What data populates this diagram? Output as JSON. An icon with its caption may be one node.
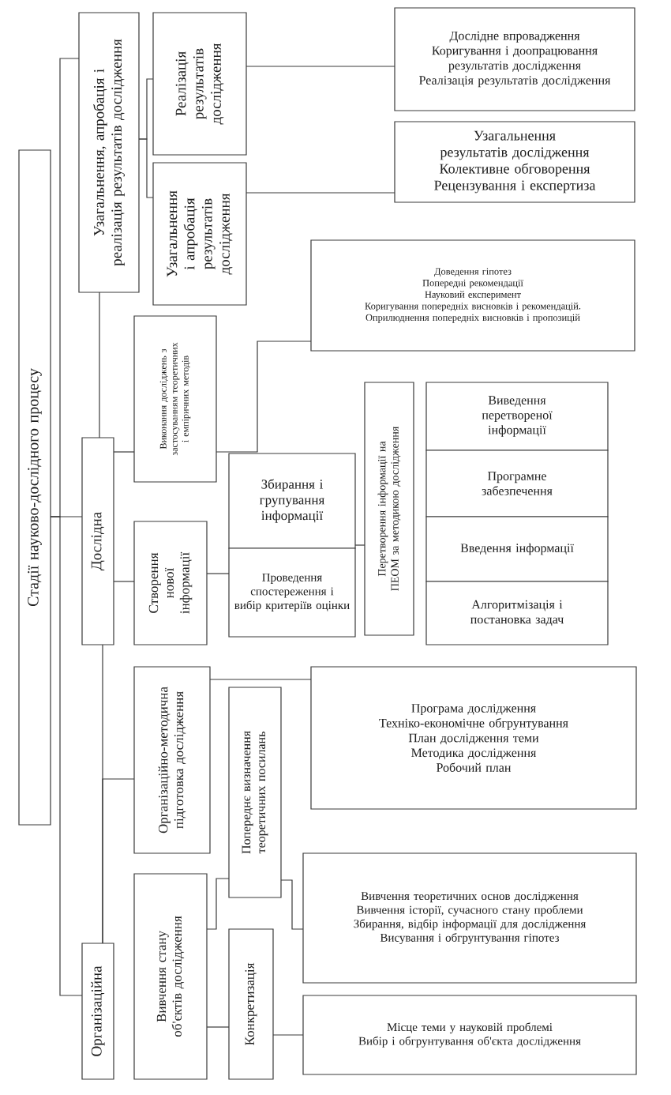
{
  "diagram": {
    "nodes": [
      {
        "text": [
          "Стадії науково-дослідного процесу"
        ]
      },
      {
        "text": [
          "Узагальнення, апробація і реалізація результатів дослідження"
        ]
      },
      {
        "text": [
          "Реалізація результатів дослідження"
        ]
      },
      {
        "text": [
          "Узагальнення і апробація результатів дослідження"
        ]
      },
      {
        "text": [
          "Дослідне впровадження",
          "Коригування і доопрацювання результатів дослідження",
          "Реалізація результатів дослідження"
        ]
      },
      {
        "text": [
          "Узагальнення результатів дослідження",
          "Колективне обговорення",
          "Рецензування і експертиза"
        ]
      },
      {
        "text": [
          "Дослідна"
        ]
      },
      {
        "text": [
          "Виконання досліджень з застосуванням теоретичних і емпіричних методів"
        ]
      },
      {
        "text": [
          "Доведення гіпотез",
          "Попередні рекомендації",
          "Науковий експеримент",
          "Коригування попередніх висновків і рекомендацій. Оприлюднення попередніх висновків і пропозицій"
        ]
      },
      {
        "text": [
          "Створення нової інформації"
        ]
      },
      {
        "text": [
          "Збирання і групування інформації"
        ]
      },
      {
        "text": [
          "Проведення спостереження і вибір критеріїв оцінки"
        ]
      },
      {
        "text": [
          "Перетворення інформації на ПЕОМ за методикою дослідження"
        ]
      },
      {
        "text": [
          "Виведення перетвореної інформації"
        ]
      },
      {
        "text": [
          "Програмне забезпечення"
        ]
      },
      {
        "text": [
          "Введення інформації"
        ]
      },
      {
        "text": [
          "Алгоритмізація і постановка задач"
        ]
      },
      {
        "text": [
          "Організаційна"
        ]
      },
      {
        "text": [
          "Організаційно-методична підготовка дослідження"
        ]
      },
      {
        "text": [
          "Програма дослідження",
          "Техніко-економічне обгрунтування",
          "План дослідження теми",
          "Методика дослідження",
          "Робочий план"
        ]
      },
      {
        "text": [
          "Вивчення стану об'єктів дослідження"
        ]
      },
      {
        "text": [
          "Попереднє визначення теоретичних посилань"
        ]
      },
      {
        "text": [
          "Вивчення теоретичних основ дослідження",
          "Вивчення історії, сучасного стану проблеми",
          "Збирання, відбір інформації для дослідження",
          "Висування і обгрунтування гіпотез"
        ]
      },
      {
        "text": [
          "Конкретизація"
        ]
      },
      {
        "text": [
          "Місце теми у науковій проблемі",
          "Вибір і обгрунтування об'єкта дослідження"
        ]
      }
    ],
    "edges": [
      {
        "from": 0,
        "to": 1,
        "arrow": "none"
      },
      {
        "from": 0,
        "to": 6,
        "arrow": "none"
      },
      {
        "from": 0,
        "to": 17,
        "arrow": "none"
      },
      {
        "from": 1,
        "to": 2,
        "arrow": "none"
      },
      {
        "from": 1,
        "to": 3,
        "arrow": "none"
      },
      {
        "from": 2,
        "to": 4,
        "arrow": "none"
      },
      {
        "from": 3,
        "to": 5,
        "arrow": "none"
      },
      {
        "from": 1,
        "to": 6,
        "arrow": "none"
      },
      {
        "from": 6,
        "to": 7,
        "arrow": "none"
      },
      {
        "from": 7,
        "to": 8,
        "arrow": "none"
      },
      {
        "from": 6,
        "to": 9,
        "arrow": "none"
      },
      {
        "from": 9,
        "to": 11,
        "arrow": "none"
      },
      {
        "from": 10,
        "to": 12,
        "arrow": "none"
      },
      {
        "from": 6,
        "to": 17,
        "arrow": "none"
      },
      {
        "from": 17,
        "to": 18,
        "arrow": "none"
      },
      {
        "from": 18,
        "to": 19,
        "arrow": "none"
      },
      {
        "from": 20,
        "to": 21,
        "arrow": "none"
      },
      {
        "from": 20,
        "to": 23,
        "arrow": "none"
      },
      {
        "from": 21,
        "to": 22,
        "arrow": "none"
      },
      {
        "from": 23,
        "to": 24,
        "arrow": "none"
      }
    ]
  }
}
